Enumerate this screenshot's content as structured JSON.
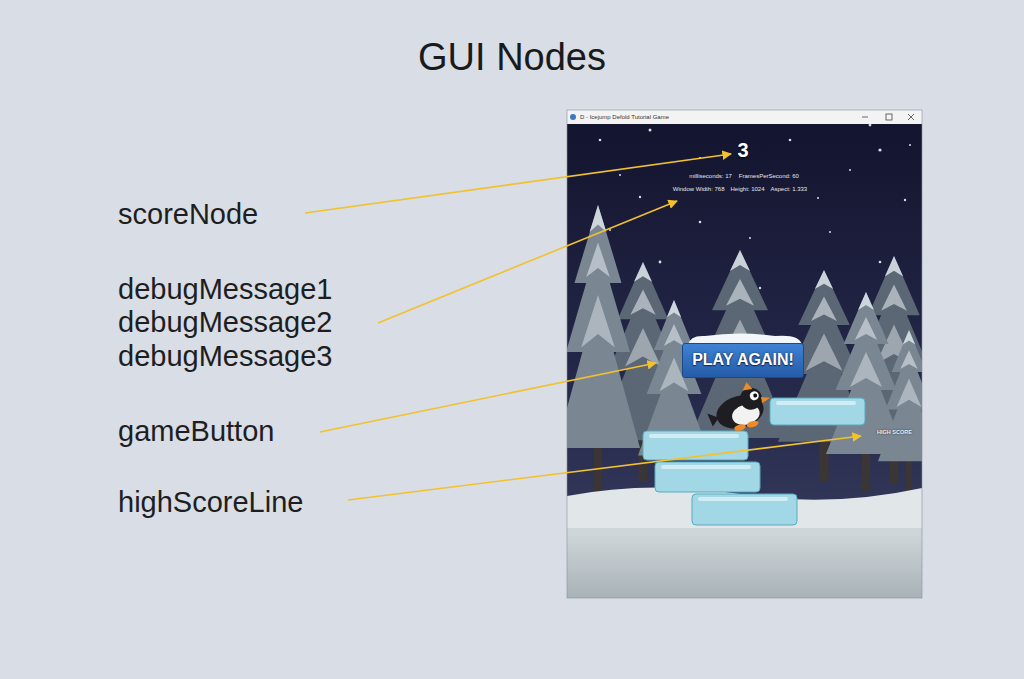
{
  "diagram": {
    "title": "GUI Nodes",
    "nodes": [
      {
        "text": [
          "PLAY AGAIN!"
        ]
      }
    ],
    "labels": [
      "scoreNode",
      "debugMessage1",
      "debugMessage2",
      "debugMessage3",
      "gameButton",
      "highScoreLine",
      "D - Icejump Defold Tutorial Game",
      "3",
      "milliseconds: 17",
      "FramesPerSecond: 60",
      "Window Width: 768",
      "Height: 1024",
      "Aspect: 1.333",
      "HIGH SCORE"
    ]
  }
}
